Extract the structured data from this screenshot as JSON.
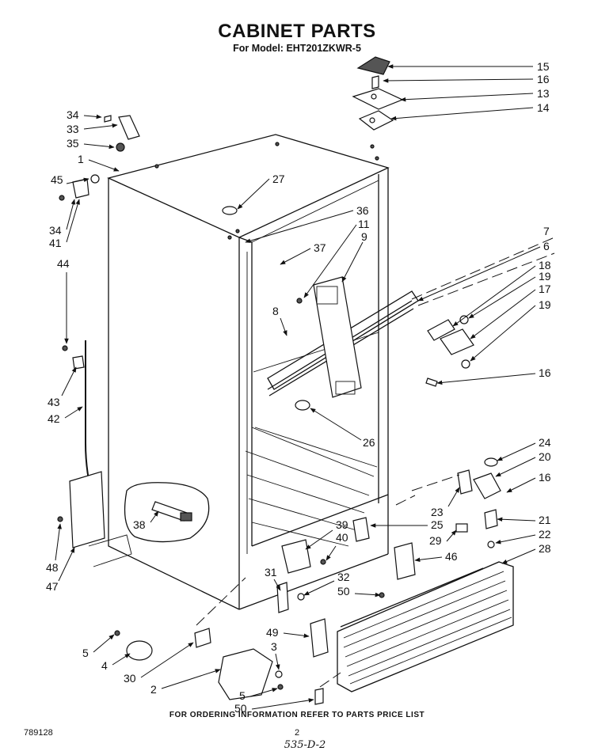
{
  "title": "CABINET PARTS",
  "subtitle": "For Model: EHT201ZKWR-5",
  "footer": "FOR ORDERING INFORMATION REFER TO PARTS PRICE LIST",
  "doc_number": "789128",
  "page_number": "2",
  "handwritten_note": "535-D-2",
  "callouts": [
    "15",
    "16",
    "13",
    "14",
    "34",
    "33",
    "35",
    "1",
    "27",
    "45",
    "36",
    "34",
    "41",
    "11",
    "9",
    "37",
    "7",
    "6",
    "18",
    "19",
    "17",
    "19",
    "8",
    "16",
    "44",
    "43",
    "42",
    "26",
    "24",
    "20",
    "16",
    "23",
    "25",
    "21",
    "22",
    "29",
    "28",
    "38",
    "39",
    "40",
    "46",
    "48",
    "47",
    "31",
    "32",
    "50",
    "5",
    "4",
    "49",
    "3",
    "30",
    "2",
    "5",
    "50"
  ]
}
